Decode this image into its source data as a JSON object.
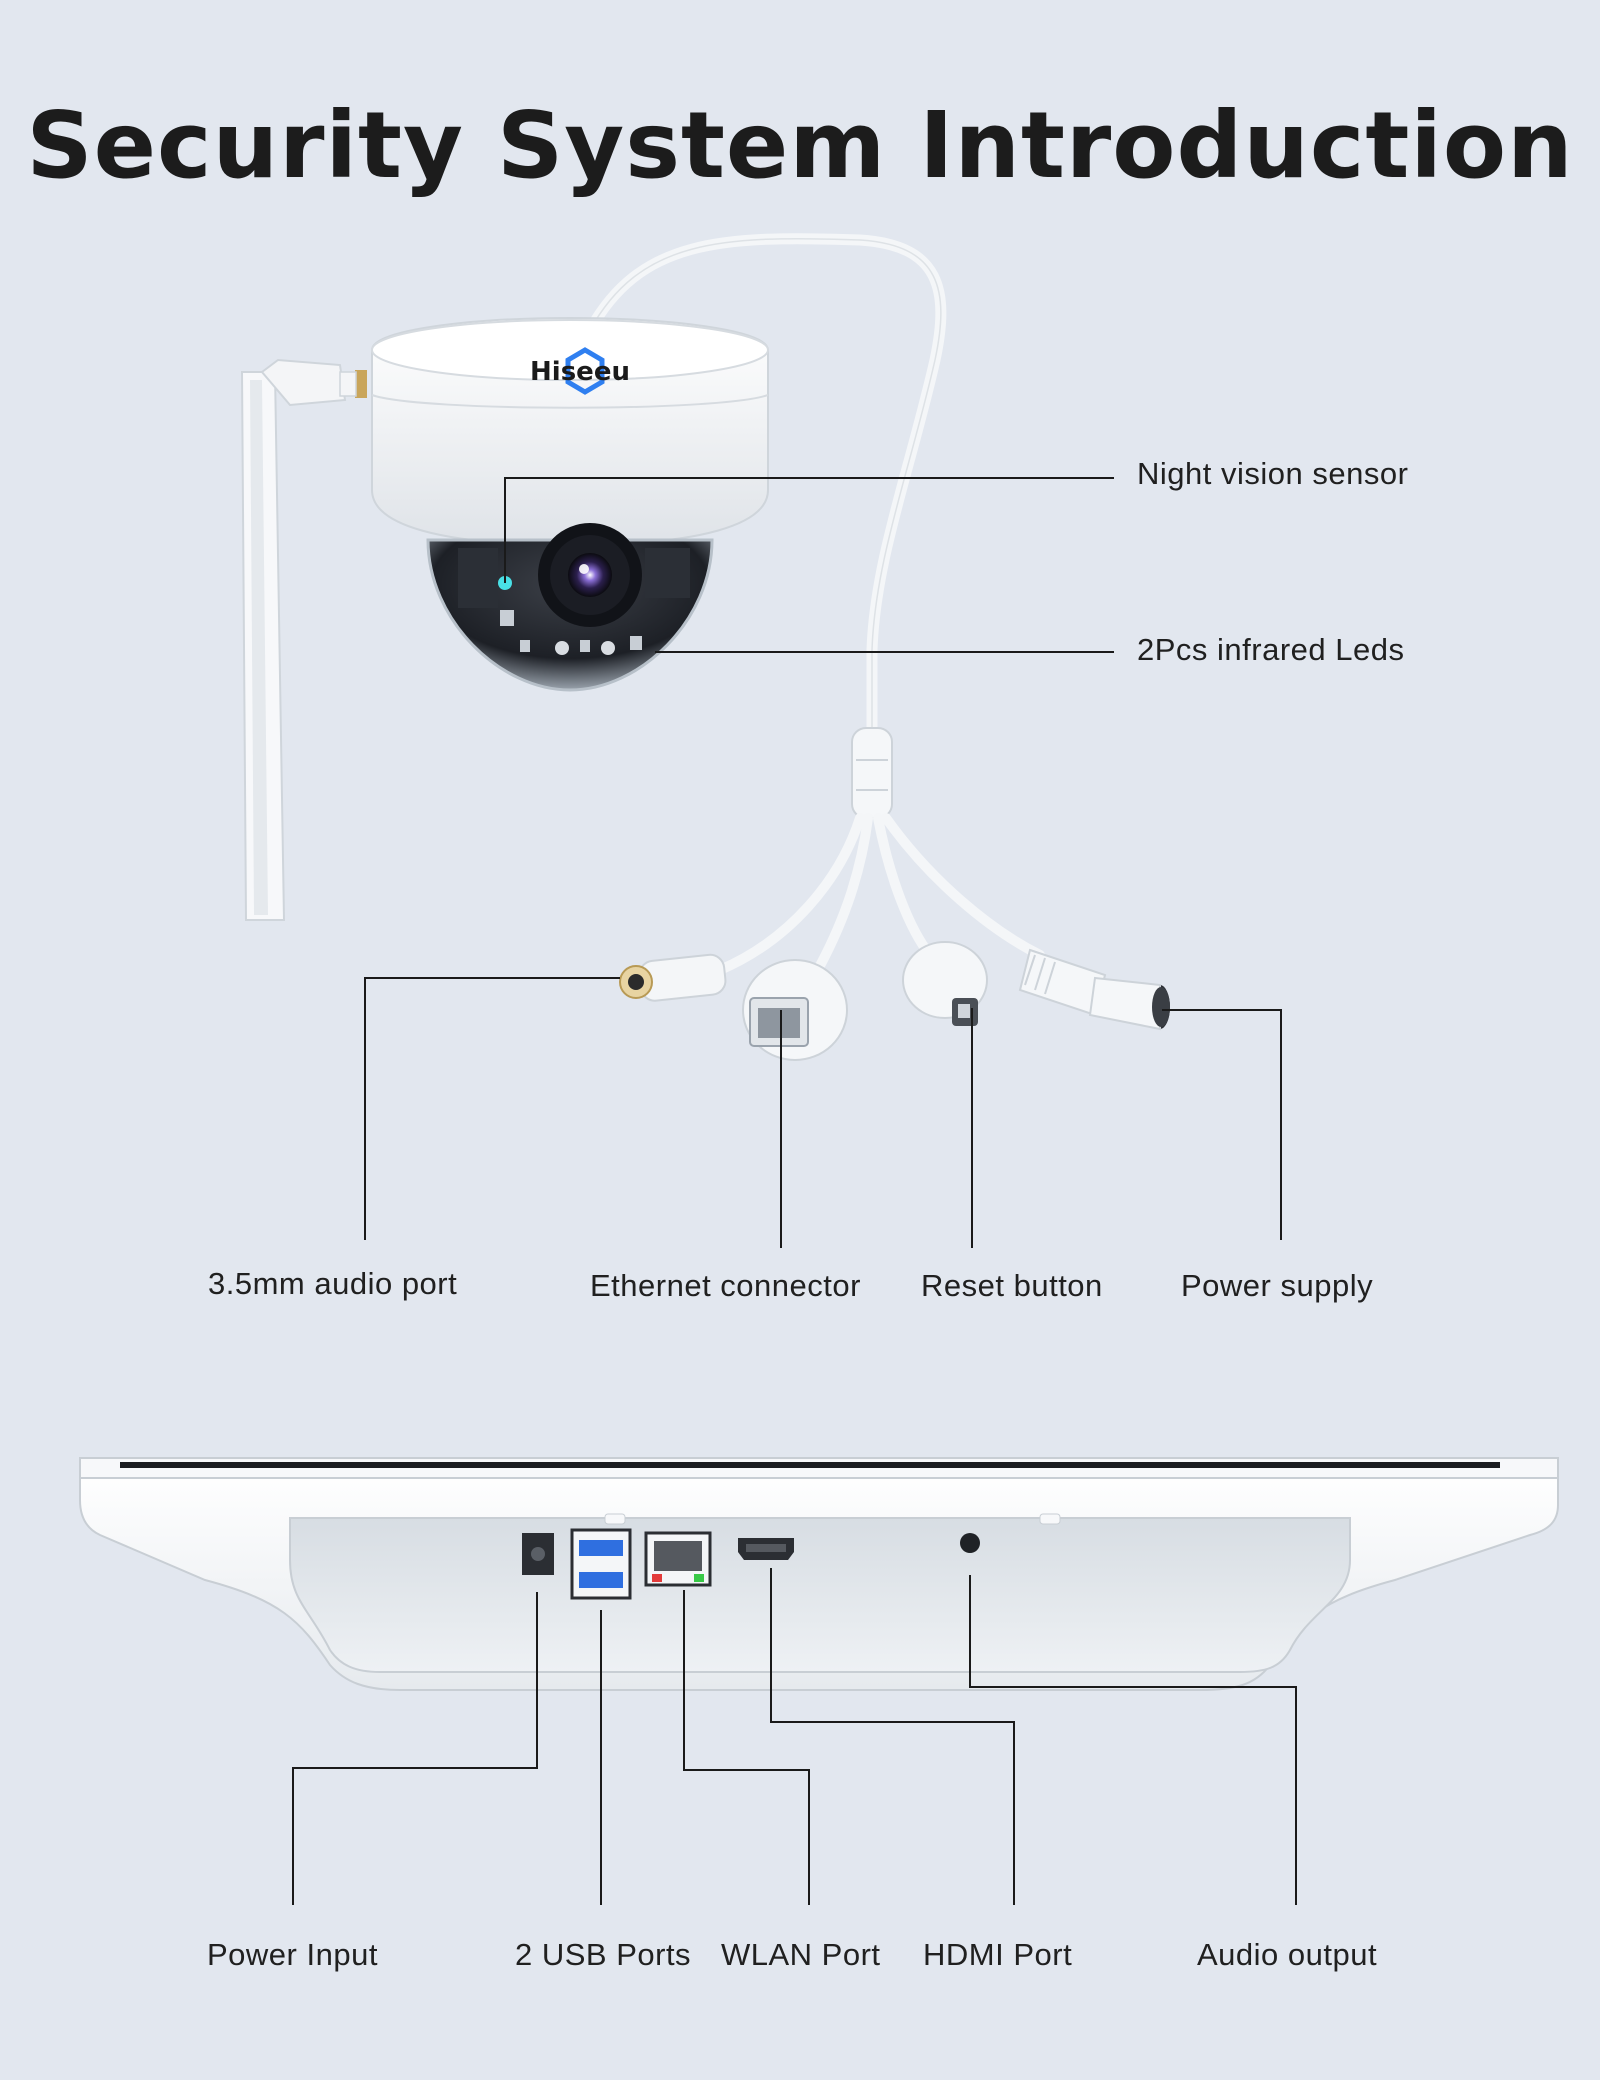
{
  "title": "Security System Introduction",
  "camera": {
    "brand": "Hiseeu",
    "labels": {
      "night_vision_sensor": "Night vision sensor",
      "infrared_leds": "2Pcs infrared Leds",
      "audio_port": "3.5mm audio port",
      "ethernet_connector": "Ethernet connector",
      "reset_button": "Reset button",
      "power_supply": "Power supply"
    }
  },
  "nvr": {
    "labels": {
      "power_input": "Power Input",
      "usb_ports": "2 USB Ports",
      "wlan_port": "WLAN Port",
      "hdmi_port": "HDMI Port",
      "audio_output": "Audio output"
    }
  }
}
